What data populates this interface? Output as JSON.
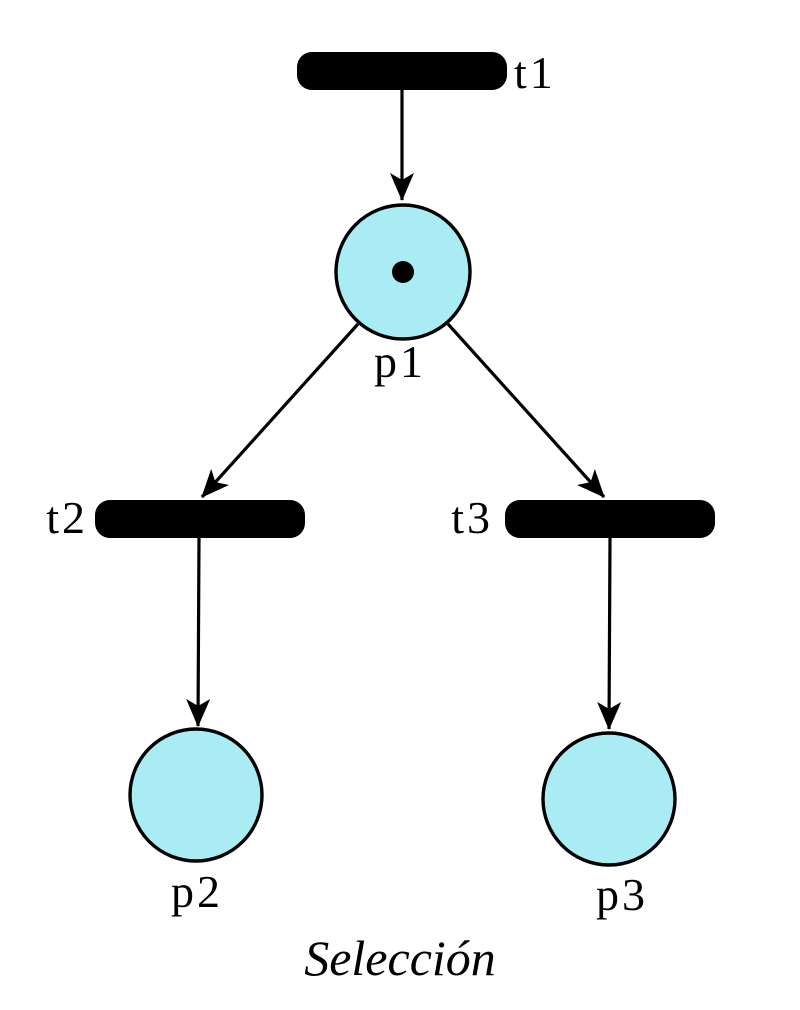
{
  "diagram": {
    "type": "petri-net",
    "caption": "Selección",
    "colors": {
      "background": "#ffffff",
      "place_fill": "#a9ecf4",
      "transition_fill": "#000000",
      "stroke": "#000000",
      "token_fill": "#000000",
      "text": "#000000"
    },
    "places": [
      {
        "id": "p1",
        "label": "p1",
        "tokens": 1
      },
      {
        "id": "p2",
        "label": "p2",
        "tokens": 0
      },
      {
        "id": "p3",
        "label": "p3",
        "tokens": 0
      }
    ],
    "transitions": [
      {
        "id": "t1",
        "label": "t1"
      },
      {
        "id": "t2",
        "label": "t2"
      },
      {
        "id": "t3",
        "label": "t3"
      }
    ],
    "arcs": [
      {
        "from": "t1",
        "to": "p1"
      },
      {
        "from": "p1",
        "to": "t2"
      },
      {
        "from": "p1",
        "to": "t3"
      },
      {
        "from": "t2",
        "to": "p2"
      },
      {
        "from": "t3",
        "to": "p3"
      }
    ]
  }
}
